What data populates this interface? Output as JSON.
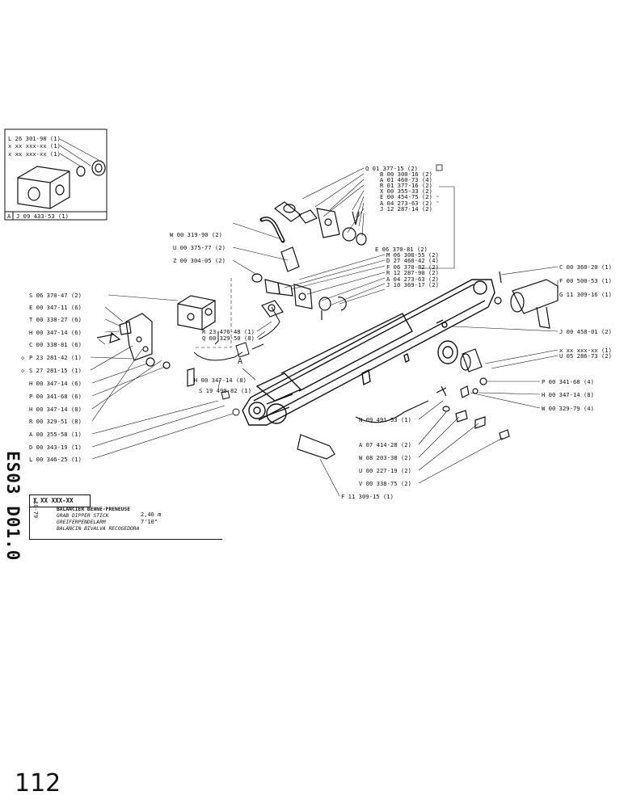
{
  "inset": {
    "labels": [
      "L 26 301-98 (1)",
      "x xx xxx-xx (1)",
      "x xx xxx-xx (1)"
    ],
    "ref_letter": "A",
    "ref_part": "J 09 433-53 (1)"
  },
  "top_group": {
    "labels": [
      "Q 01 377-15 (2)",
      "B 00 300-16 (2)",
      "A 01 460-73 (4)",
      "R 01 377-16 (2)",
      "X 00 355-33 (2)",
      "E 00 454-75 (2)",
      "A 04 273-63 (2)",
      "J 12 287-14 (2)"
    ]
  },
  "mid_group": {
    "labels": [
      "E 06 370-81 (2)",
      "M 06 308-55 (2)",
      "D 27 460-42 (4)",
      "F 06 370-82 (2)",
      "R 12 287-90 (2)",
      "A 04 273-63 (2)",
      "J 10 369-17 (2)"
    ]
  },
  "hose_labels": [
    "W 00 319-90 (2)",
    "U 00 375-77 (2)",
    "Z 00 304-05 (2)"
  ],
  "left_labels": [
    "S 06 370-47 (2)",
    "E 00 347-11 (6)",
    "T 00 338-27 (6)",
    "H 00 347-14 (6)",
    "C 00 338-81 (6)",
    "P 23 281-42 (1)",
    "S 27 281-15 (1)",
    "H 00 347-14 (6)",
    "P 00 341-68 (6)",
    "H 00 347-14 (8)",
    "R 00 329-51 (8)",
    "A 00 355-58 (1)",
    "D 00 343-19 (1)",
    "L 00 346-25 (1)"
  ],
  "center_labels": [
    "R 23 476-48 (1)",
    "Q 00 329-50 (8)",
    "S 19 490-82 (1)",
    "H 00 347-14 (8)"
  ],
  "center_ref": "A",
  "right_labels": [
    "C 00 360-20 (1)",
    "F 00 500-53 (1)",
    "G 11 309-16 (1)",
    "J 00 458-01 (2)",
    "x xx xxx-xx (1)",
    "U 05 286-73 (2)",
    "P 00 341-68 (4)",
    "H 00 347-14 (8)",
    "W 00 329-79 (4)"
  ],
  "bottom_labels": [
    "N 09 491-53 (1)",
    "A 07 414-28 (2)",
    "W 08 203-38 (2)",
    "U 00 227-19 (2)",
    "V 00 338-75 (2)",
    "F 11 309-15 (1)"
  ],
  "title_block": {
    "sheet_code": "ES03 D01.0",
    "date": "10-79",
    "part_no": "X XX XXX-XX",
    "titles": [
      "BALANCIER BENNE-PRENEUSE",
      "GRAB DIPPER STICK",
      "GREIFERPENDELARM",
      "BALANCIN BIVALVA RECOGEDORA"
    ],
    "size_m": "2,40 m",
    "size_ft": "7'10\""
  },
  "page_number": "112"
}
